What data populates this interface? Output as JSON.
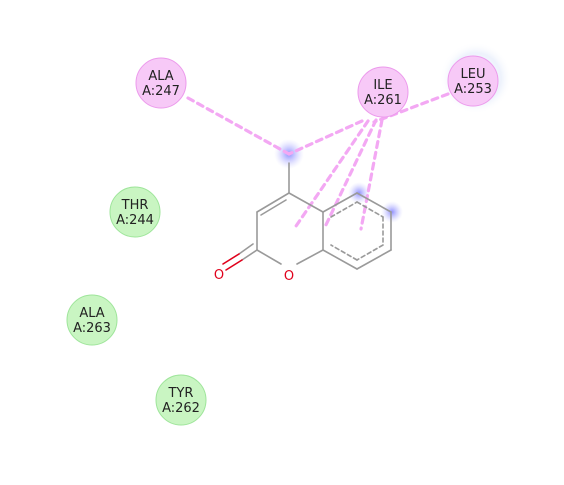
{
  "residues": [
    {
      "id": "ala247",
      "name": "ALA",
      "pos": "A:247",
      "kind": "pi-alkyl"
    },
    {
      "id": "ile261",
      "name": "ILE",
      "pos": "A:261",
      "kind": "pi-alkyl"
    },
    {
      "id": "leu253",
      "name": "LEU",
      "pos": "A:253",
      "kind": "pi-alkyl"
    },
    {
      "id": "thr244",
      "name": "THR",
      "pos": "A:244",
      "kind": "van-der-waals"
    },
    {
      "id": "ala263",
      "name": "ALA",
      "pos": "A:263",
      "kind": "van-der-waals"
    },
    {
      "id": "tyr262",
      "name": "TYR",
      "pos": "A:262",
      "kind": "van-der-waals"
    }
  ],
  "ligand": {
    "atoms": {
      "carbonyl_oxygen": "O",
      "ring_oxygen": "O"
    }
  },
  "colors": {
    "pi_alkyl_fill": "#f7c9f7",
    "pi_alkyl_edge": "#ec9aec",
    "vdw_fill": "#c9f5c2",
    "vdw_edge": "#9ee59a",
    "interaction_line": "#f3a8f3",
    "bond": "#9a9a9a",
    "oxygen": "#e0001b",
    "atom_glow": "#7a7aff"
  }
}
